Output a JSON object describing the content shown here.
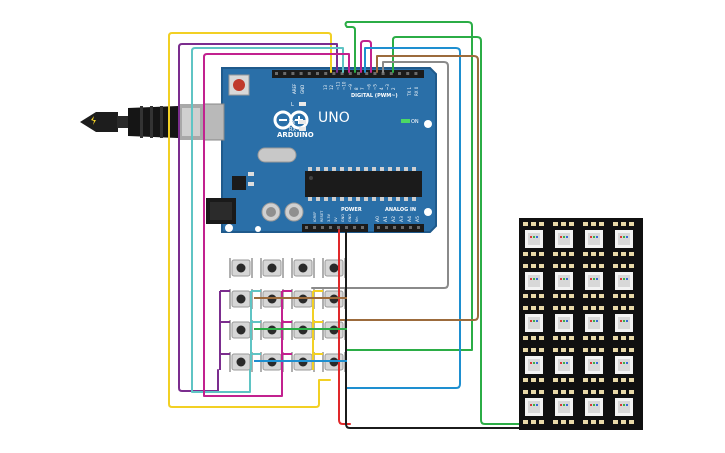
{
  "board": {
    "model": "UNO",
    "brand": "ARDUINO",
    "digital_label": "DIGITAL (PWM~)",
    "power_label": "POWER",
    "analog_label": "ANALOG IN",
    "on_label": "ON",
    "led_l": "L",
    "led_tx": "TX",
    "led_rx": "RX",
    "aref": "AREF",
    "gnd": "GND",
    "tx_pin": "TX 1",
    "rx_pin": "RX 0",
    "power_pins": [
      "IOREF",
      "RESET",
      "3.3V",
      "5V",
      "GND",
      "GND",
      "Vin"
    ],
    "analog_pins": [
      "A0",
      "A1",
      "A2",
      "A3",
      "A4",
      "A5"
    ],
    "digital_pins": [
      "13",
      "12",
      "~11",
      "~10",
      "~9",
      "8",
      "7",
      "~6",
      "~5",
      "4",
      "~3",
      "2"
    ]
  },
  "keypad": {
    "rows": 4,
    "cols": 4
  },
  "led_matrix": {
    "rows": 5,
    "cols": 4
  },
  "colors": {
    "board": "#2a6fa8",
    "board_edge": "#1f5a8c",
    "yellow": "#f2d024",
    "purple": "#7b2d8e",
    "teal": "#5fc4c4",
    "magenta": "#c2218f",
    "blue": "#1e8fd0",
    "green": "#2bad46",
    "brown": "#9c6b3c",
    "gray": "#8a8a8a",
    "red": "#e0282a",
    "black": "#1b1b1b"
  }
}
